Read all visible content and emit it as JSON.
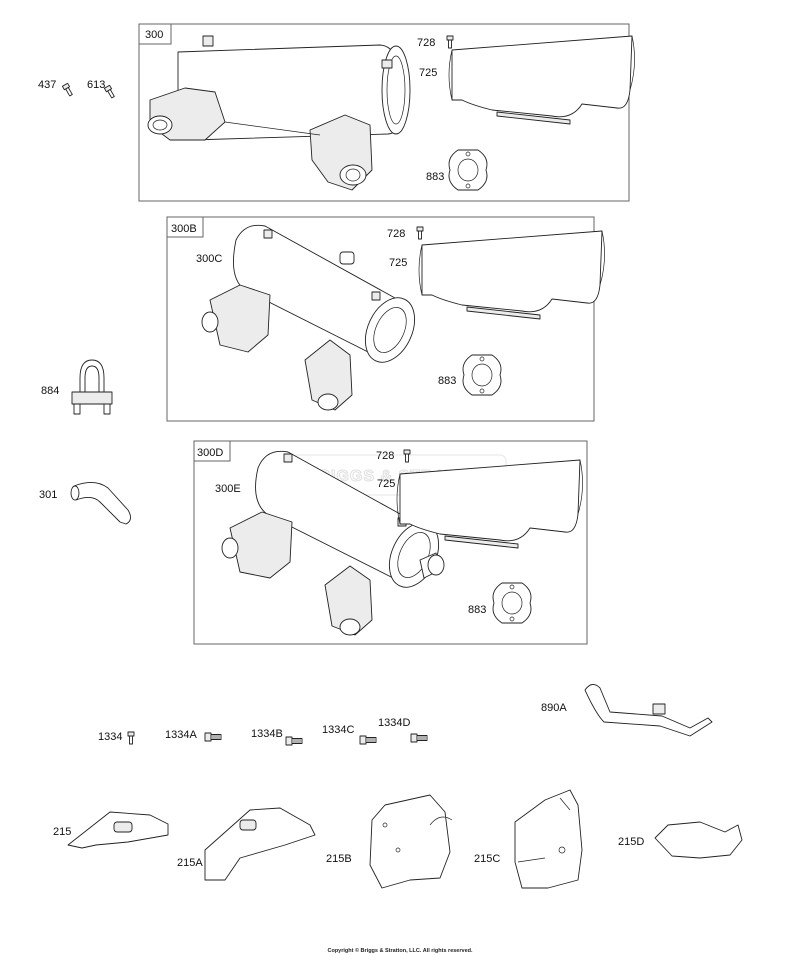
{
  "groups": [
    {
      "id": "300",
      "parts": {
        "screw": "728",
        "shield": "725",
        "gasket": "883"
      }
    },
    {
      "id": "300B",
      "sub": "300C",
      "parts": {
        "screw": "728",
        "shield": "725",
        "gasket": "883"
      }
    },
    {
      "id": "300D",
      "sub": "300E",
      "parts": {
        "screw": "728",
        "shield": "725",
        "gasket": "883"
      }
    }
  ],
  "loose_parts": {
    "p437": "437",
    "p613": "613",
    "p884": "884",
    "p301": "301",
    "p890A": "890A",
    "p1334": "1334",
    "p1334A": "1334A",
    "p1334B": "1334B",
    "p1334C": "1334C",
    "p1334D": "1334D",
    "p215": "215",
    "p215A": "215A",
    "p215B": "215B",
    "p215C": "215C",
    "p215D": "215D"
  },
  "watermark": "BRIGGS & STRATTON",
  "copyright": "Copyright © Briggs & Stratton, LLC. All rights reserved."
}
